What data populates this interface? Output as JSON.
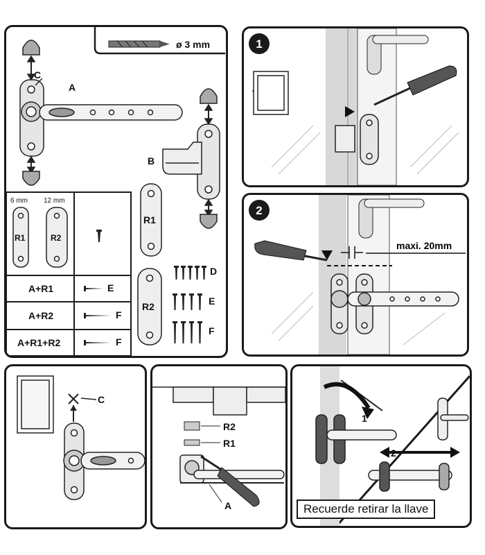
{
  "main_panel": {
    "drill_label": "ø 3 mm",
    "part_a": "A",
    "part_b": "B",
    "part_c": "C",
    "spacer_r1": "R1",
    "spacer_r2": "R2",
    "screw_d": "D",
    "screw_e": "E",
    "screw_f": "F",
    "table": {
      "sizes": [
        "6 mm",
        "12 mm"
      ],
      "spacer_labels": [
        "R1",
        "R2"
      ],
      "rows": [
        {
          "combo": "A+R1",
          "screw": "E"
        },
        {
          "combo": "A+R2",
          "screw": "F"
        },
        {
          "combo": "A+R1+R2",
          "screw": "F"
        }
      ]
    }
  },
  "step1": {
    "number": "1"
  },
  "step2": {
    "number": "2",
    "max_label": "maxi. 20mm"
  },
  "bottom_left": {
    "label_c": "C"
  },
  "bottom_mid": {
    "label_r2": "R2",
    "label_r1": "R1",
    "label_a": "A"
  },
  "bottom_right": {
    "arrow1": "1",
    "arrow2": "2",
    "reminder": "Recuerde retirar la llave"
  }
}
